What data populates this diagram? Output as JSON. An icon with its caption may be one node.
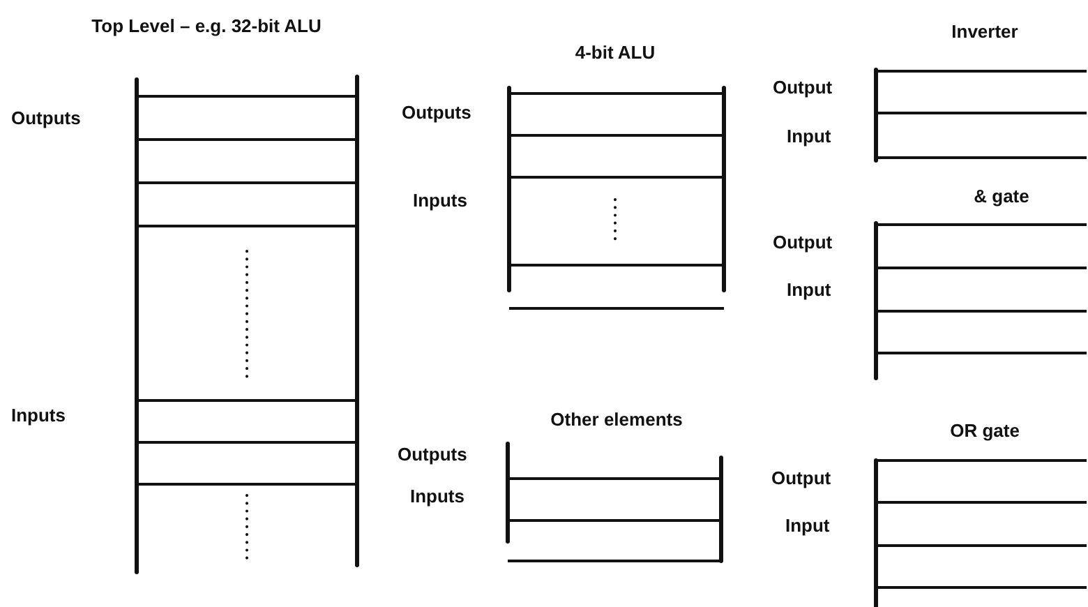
{
  "diagram": {
    "nodes": [
      {
        "text": [
          "Top Level – e.g. 32-bit ALU"
        ],
        "beside": [
          "Outputs",
          "Inputs"
        ]
      },
      {
        "text": [
          "4-bit ALU"
        ],
        "beside": [
          "Outputs",
          "Inputs"
        ]
      },
      {
        "text": [
          "Other elements"
        ],
        "beside": [
          "Outputs",
          "Inputs"
        ]
      },
      {
        "text": [
          "Inverter"
        ],
        "beside": [
          "Output",
          "Input"
        ]
      },
      {
        "text": [
          "& gate"
        ],
        "beside": [
          "Output",
          "Input"
        ]
      },
      {
        "text": [
          "OR gate"
        ],
        "beside": [
          "Output",
          "Input"
        ]
      }
    ]
  }
}
